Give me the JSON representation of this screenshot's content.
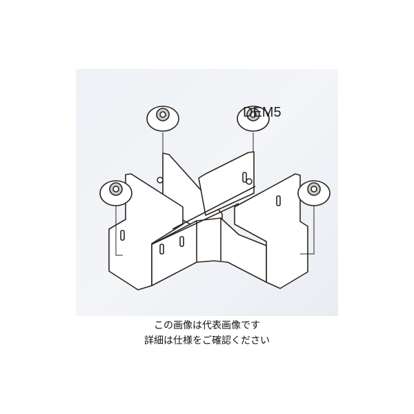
{
  "product": {
    "model_label": "DEM5"
  },
  "caption": {
    "line1": "この画像は代表画像です",
    "line2": "詳細は仕様をご確認ください"
  },
  "colors": {
    "panel": "#eef1f5",
    "stroke": "#2a2420"
  }
}
